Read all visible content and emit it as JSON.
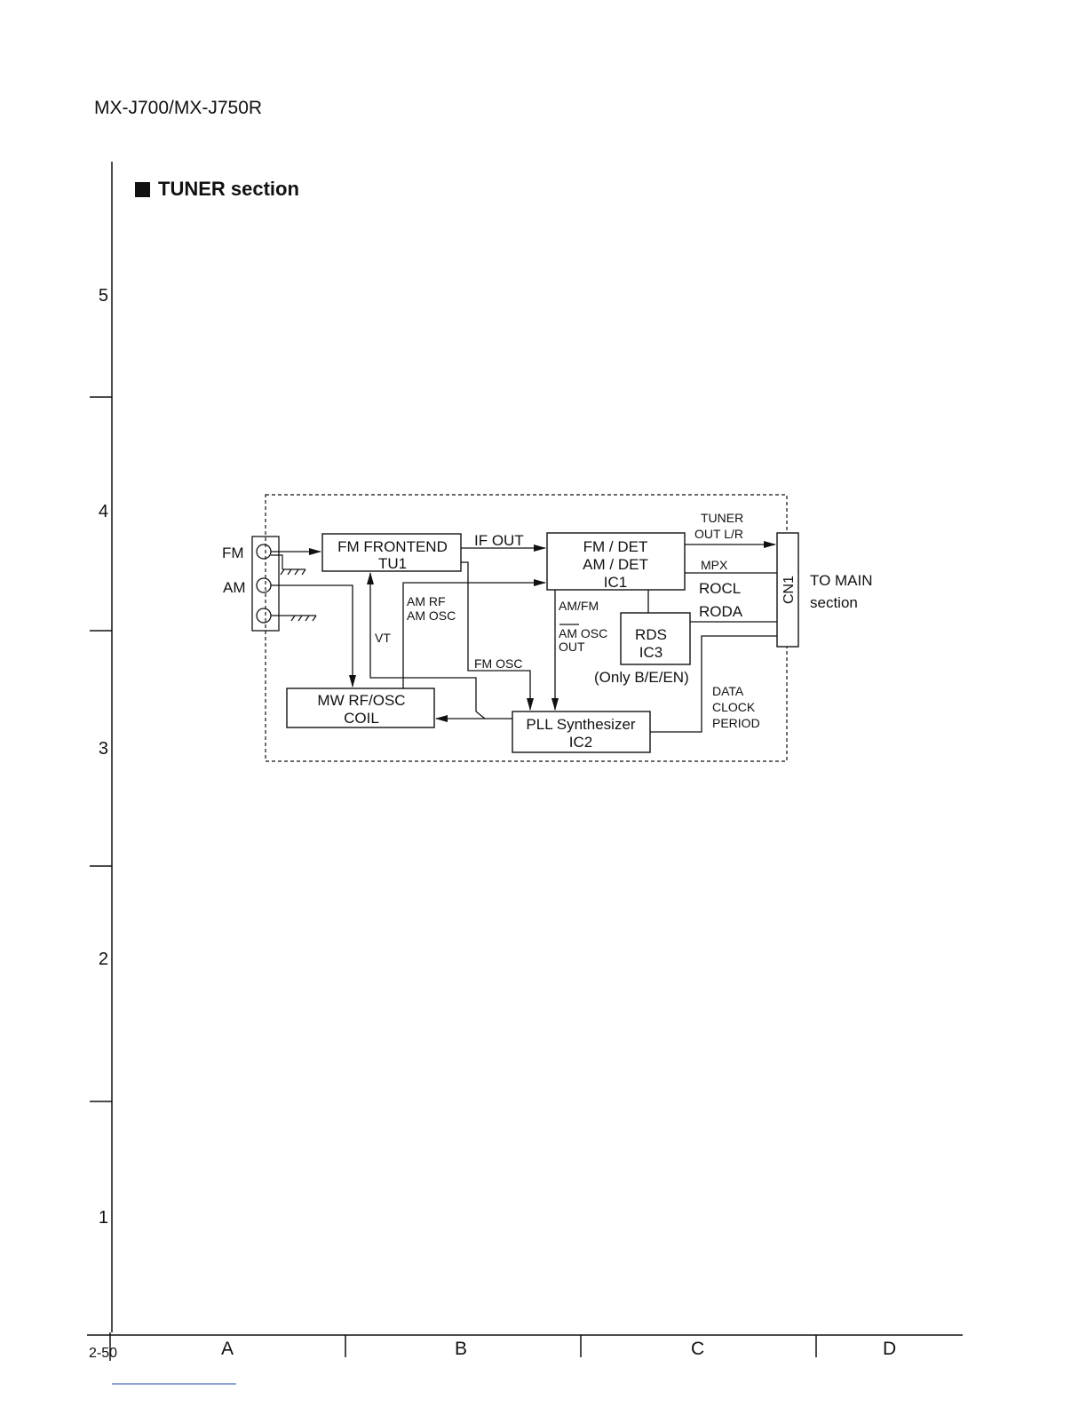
{
  "header": {
    "model": "MX-J700/MX-J750R"
  },
  "section": {
    "title": "TUNER section"
  },
  "frame": {
    "row_labels": [
      "5",
      "4",
      "3",
      "2",
      "1"
    ],
    "column_labels": [
      "A",
      "B",
      "C",
      "D"
    ],
    "page_number": "2-50"
  },
  "diagram": {
    "inputs": {
      "fm": "FM",
      "am": "AM"
    },
    "blocks": {
      "fm_frontend": [
        "FM FRONTEND",
        "TU1"
      ],
      "fm_am_det": [
        "FM / DET",
        "AM / DET",
        "IC1"
      ],
      "rds": [
        "RDS",
        "IC3"
      ],
      "mw_coil": [
        "MW RF/OSC",
        "COIL"
      ],
      "pll": [
        "PLL Synthesizer",
        "IC2"
      ],
      "connector": "CN1"
    },
    "signals": {
      "if_out": "IF OUT",
      "tuner_out": [
        "TUNER",
        "OUT L/R"
      ],
      "mpx": "MPX",
      "rocl": "ROCL",
      "roda": "RODA",
      "am_rf_osc": [
        "AM RF",
        "AM OSC"
      ],
      "vt": "VT",
      "fm_osc": "FM OSC",
      "am_fm": "AM/FM",
      "am_osc_out": [
        "AM OSC",
        "OUT"
      ],
      "only_note": "(Only B/E/EN)",
      "data_clock_period": [
        "DATA",
        "CLOCK",
        "PERIOD"
      ]
    },
    "destination": [
      "TO MAIN",
      "section"
    ]
  }
}
